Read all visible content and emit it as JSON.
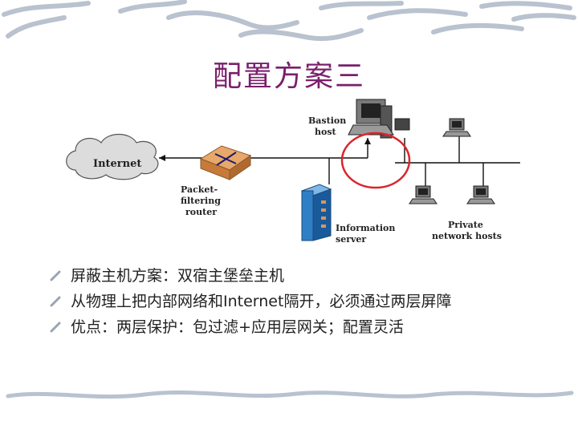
{
  "slide": {
    "title": "配置方案三"
  },
  "diagram": {
    "labels": {
      "internet": "Internet",
      "router_line1": "Packet-",
      "router_line2": "filtering",
      "router_line3": "router",
      "bastion_line1": "Bastion",
      "bastion_line2": "host",
      "info_line1": "Information",
      "info_line2": "server",
      "private_line1": "Private",
      "private_line2": "network hosts"
    }
  },
  "bullets": [
    "屏蔽主机方案：双宿主堡垒主机",
    "从物理上把内部网络和Internet隔开，必须通过两层屏障",
    "优点：两层保护：包过滤+应用层网关；配置灵活"
  ],
  "colors": {
    "title": "#7a1f6b",
    "highlight_circle": "#d9262c",
    "router": "#d9965a",
    "server": "#2f7fc7"
  }
}
